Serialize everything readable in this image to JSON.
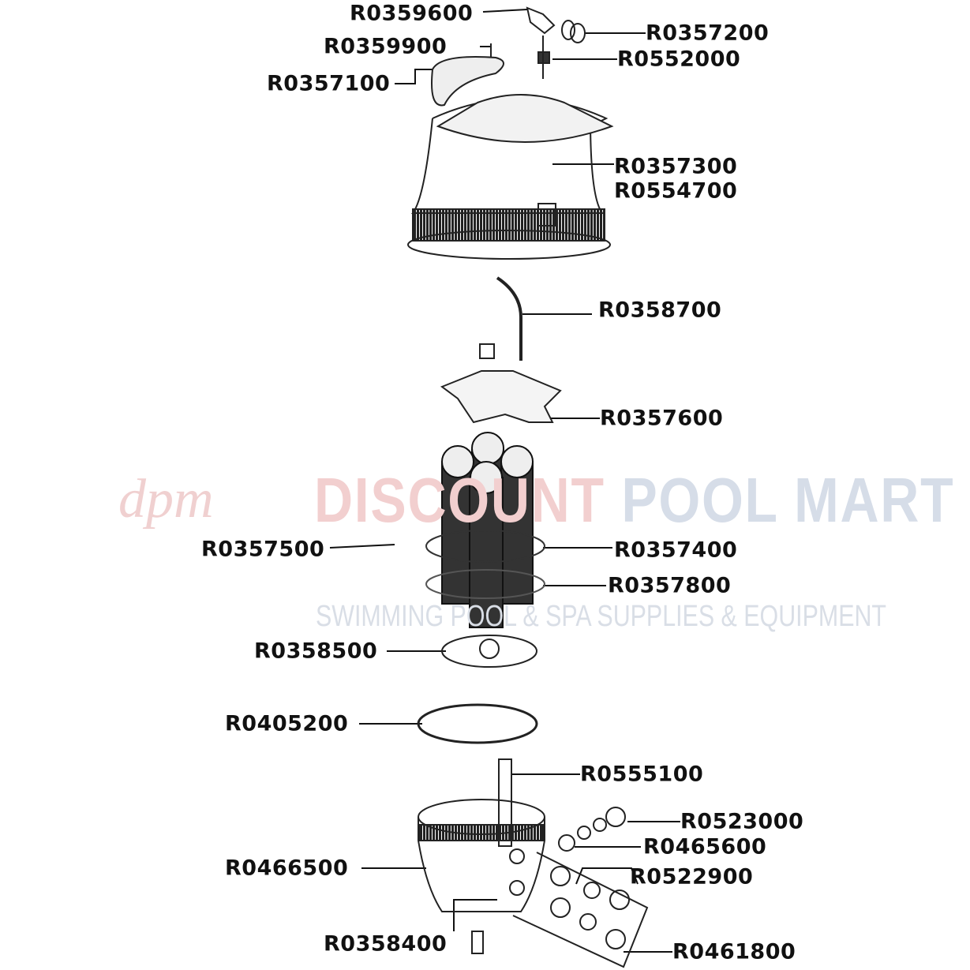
{
  "watermark": {
    "logo": "dpm",
    "title_a": "DISCOUNT",
    "title_b": "POOL MART",
    "subtitle": "SWIMMING POOL & SPA SUPPLIES & EQUIPMENT"
  },
  "parts": {
    "p1": "R0359600",
    "p2": "R0357200",
    "p3": "R0359900",
    "p4": "R0552000",
    "p5": "R0357100",
    "p6": "R0357300",
    "p7": "R0554700",
    "p8": "R0358700",
    "p9": "R0357600",
    "p10": "R0357500",
    "p11": "R0357400",
    "p12": "R0357800",
    "p13": "R0358500",
    "p14": "R0405200",
    "p15": "R0555100",
    "p16": "R0523000",
    "p17": "R0465600",
    "p18": "R0522900",
    "p19": "R0466500",
    "p20": "R0358400",
    "p21": "R0461800"
  }
}
